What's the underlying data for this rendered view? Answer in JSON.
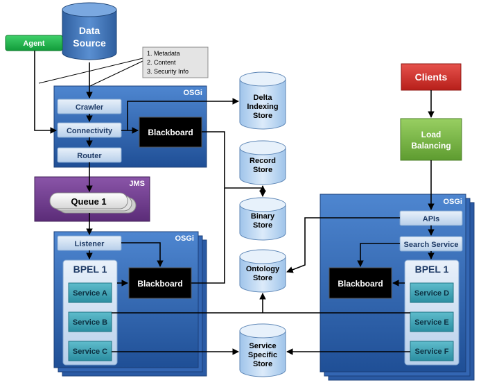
{
  "data_source": {
    "line1": "Data",
    "line2": "Source"
  },
  "agent": "Agent",
  "callout": {
    "item1": "1.   Metadata",
    "item2": "2.   Content",
    "item3": "3.   Security Info"
  },
  "osgi_label": "OSGi",
  "crawler_osgi": {
    "crawler": "Crawler",
    "connectivity": "Connectivity",
    "router": "Router",
    "blackboard": "Blackboard"
  },
  "jms": {
    "label": "JMS",
    "queue": "Queue 1"
  },
  "delta_store": {
    "line1": "Delta",
    "line2": "Indexing",
    "line3": "Store"
  },
  "record_store": {
    "line1": "Record",
    "line2": "Store"
  },
  "binary_store": {
    "line1": "Binary",
    "line2": "Store"
  },
  "ontology_store": {
    "line1": "Ontology",
    "line2": "Store"
  },
  "service_store": {
    "line1": "Service",
    "line2": "Specific",
    "line3": "Store"
  },
  "left_osgi": {
    "listener": "Listener",
    "bpel": "BPEL 1",
    "blackboard": "Blackboard",
    "services": [
      "Service A",
      "Service B",
      "Service C"
    ]
  },
  "clients": "Clients",
  "load_balancing": {
    "line1": "Load",
    "line2": "Balancing"
  },
  "right_osgi": {
    "apis": "APIs",
    "search_service": "Search Service",
    "bpel": "BPEL 1",
    "blackboard": "Blackboard",
    "services": [
      "Service D",
      "Service E",
      "Service F"
    ]
  },
  "colors": {
    "osgi_blue": "#2f65b4",
    "module_box": "#cfe0f2",
    "service_teal": "#3fa3b5",
    "jms_purple": "#6d3a8a",
    "agent_green": "#22b14c",
    "clients_red": "#d32f2f",
    "lb_green": "#7ab648",
    "blackboard": "#000000"
  }
}
